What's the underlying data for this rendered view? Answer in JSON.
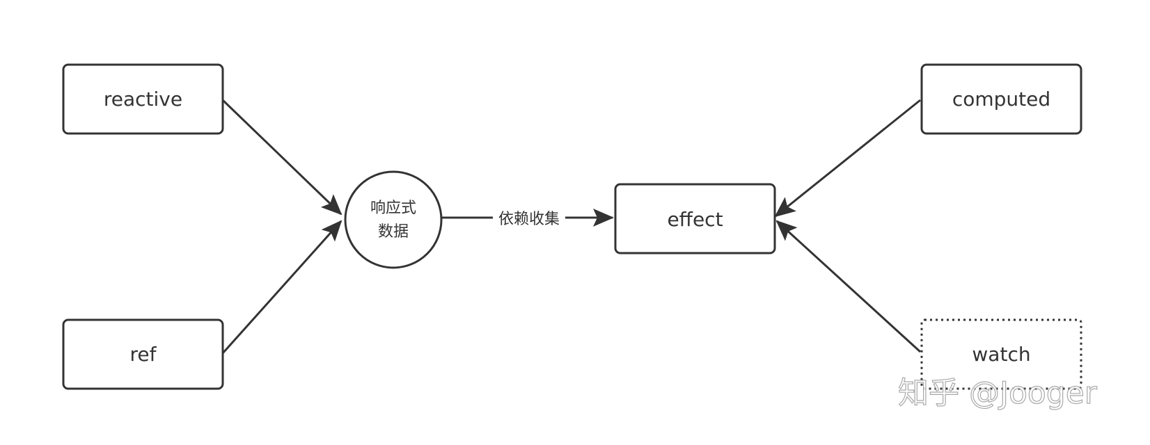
{
  "nodes": {
    "reactive": "reactive",
    "ref": "ref",
    "reactive_data_line1": "响应式",
    "reactive_data_line2": "数据",
    "effect": "effect",
    "computed": "computed",
    "watch": "watch"
  },
  "edges": {
    "dependency_collection": "依赖收集"
  },
  "watermark": "知乎 @Jooger",
  "colors": {
    "stroke": "#333333",
    "background": "#ffffff"
  }
}
